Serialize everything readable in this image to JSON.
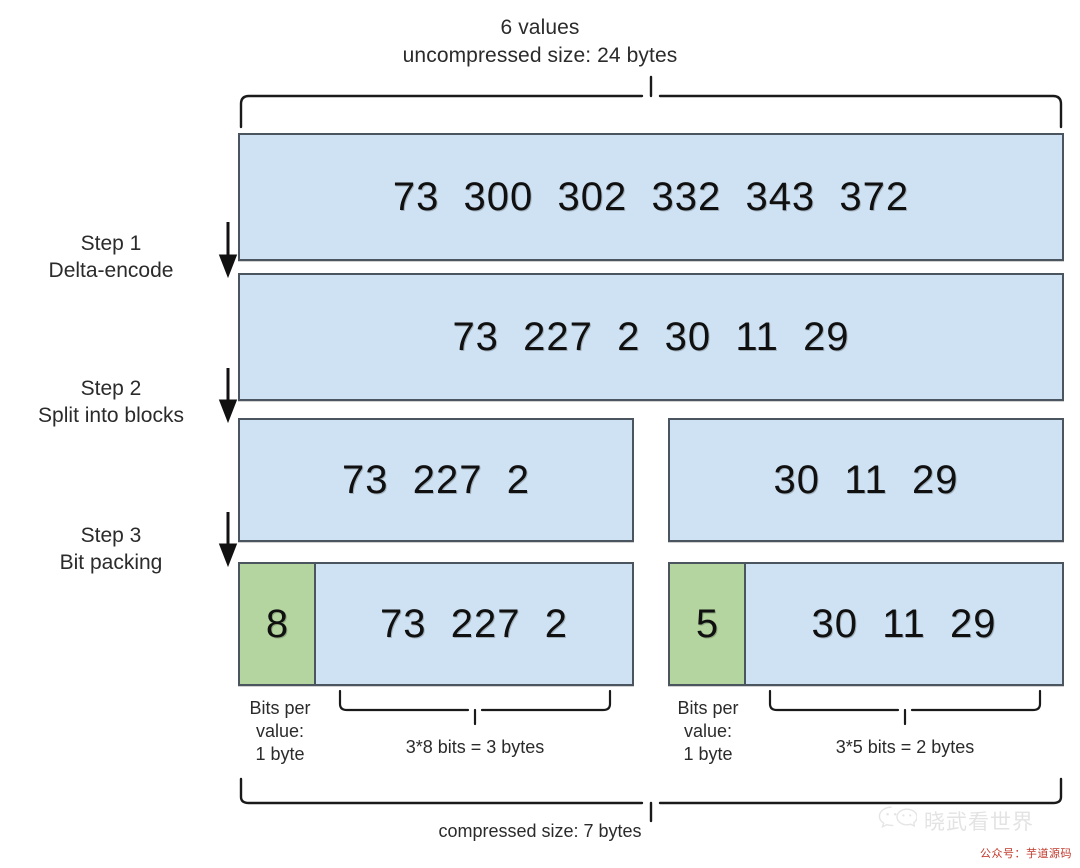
{
  "header": {
    "line1": "6 values",
    "line2": "uncompressed size: 24 bytes"
  },
  "steps": [
    {
      "title": "Step 1",
      "sub": "Delta-encode"
    },
    {
      "title": "Step 2",
      "sub": "Split into blocks"
    },
    {
      "title": "Step 3",
      "sub": "Bit packing"
    }
  ],
  "rows": {
    "original": {
      "values": "73  300  302  332  343  372"
    },
    "delta": {
      "values": "73  227  2  30  11  29"
    },
    "blocks": [
      {
        "values": "73  227  2"
      },
      {
        "values": "30  11  29"
      }
    ],
    "packed": [
      {
        "bits": "8",
        "values": "73  227  2"
      },
      {
        "bits": "5",
        "values": "30  11  29"
      }
    ]
  },
  "annotations": {
    "bits_per_value": {
      "line1": "Bits per",
      "line2": "value:",
      "line3": "1 byte"
    },
    "block_sizes": [
      "3*8 bits = 3 bytes",
      "3*5 bits = 2 bytes"
    ]
  },
  "footer": {
    "caption": "compressed size: 7 bytes"
  },
  "watermark": {
    "name": "晓武看世界",
    "account": "公众号：芋道源码",
    "accent_color": "#c0392b"
  },
  "colors": {
    "box_fill": "#cfe2f3",
    "bitwidth_fill": "#b4d5a0",
    "box_border": "#4a5560"
  }
}
